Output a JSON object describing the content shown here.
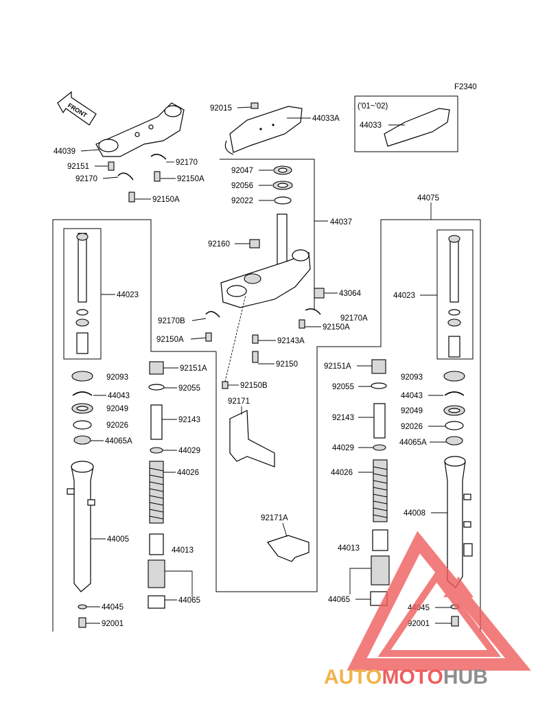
{
  "figure_code": "F2340",
  "front_label": "FRONT",
  "variant_label": "('01~'02)",
  "watermark": {
    "auto": "AUTO",
    "moto": "MOTO",
    "hub": "HUB",
    "color_red": "#ef5d5d",
    "color_orange": "#f3b24a",
    "color_gray": "#8e8e8e"
  },
  "parts": {
    "p92015": "92015",
    "p44033A": "44033A",
    "p44033": "44033",
    "p44039": "44039",
    "p92151": "92151",
    "p92170_tr": "92170",
    "p92170_tl": "92170",
    "p92150A_1": "92150A",
    "p92150A_2": "92150A",
    "p92047": "92047",
    "p92056": "92056",
    "p92022": "92022",
    "p44037": "44037",
    "p44075": "44075",
    "p92160": "92160",
    "p43064": "43064",
    "p44023_l": "44023",
    "p44023_r": "44023",
    "p92170B": "92170B",
    "p92170A": "92170A",
    "p92150A_3": "92150A",
    "p92143A": "92143A",
    "p92150A_4": "92150A",
    "p92150": "92150",
    "p92150B": "92150B",
    "p92151A_l": "92151A",
    "p92151A_r": "92151A",
    "p92093_l": "92093",
    "p92093_r": "92093",
    "p92055_l": "92055",
    "p92055_r": "92055",
    "p44043_l": "44043",
    "p44043_r": "44043",
    "p92049_l": "92049",
    "p92049_r": "92049",
    "p92171": "92171",
    "p92143_l": "92143",
    "p92143_r": "92143",
    "p92026_l": "92026",
    "p92026_r": "92026",
    "p44065A_l": "44065A",
    "p44065A_r": "44065A",
    "p44029_l": "44029",
    "p44029_r": "44029",
    "p44026_l": "44026",
    "p44026_r": "44026",
    "p44008": "44008",
    "p92171A": "92171A",
    "p44005": "44005",
    "p44013_l": "44013",
    "p44013_r": "44013",
    "p44065_l": "44065",
    "p44065_r": "44065",
    "p44045_l": "44045",
    "p44045_r": "44045",
    "p92001_l": "92001",
    "p92001_r": "92001"
  }
}
